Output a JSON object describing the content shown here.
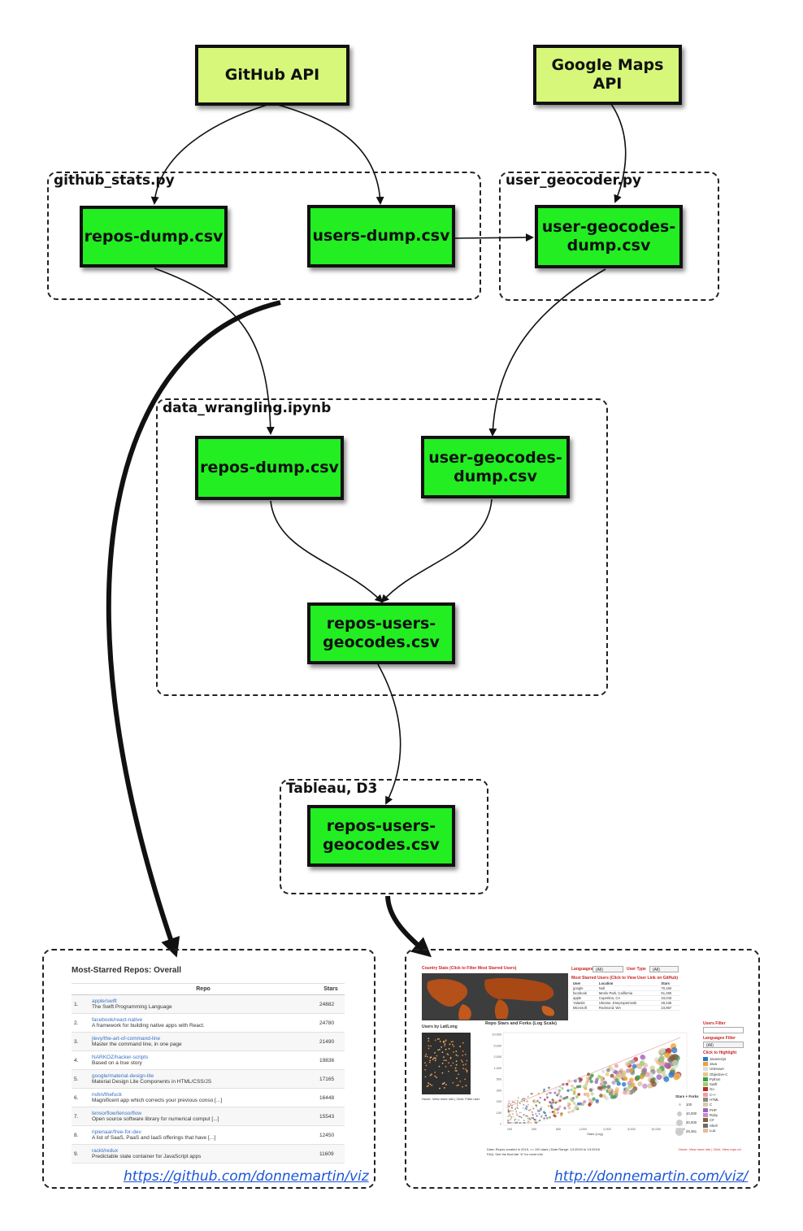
{
  "nodes": {
    "github_api": "GitHub API",
    "google_maps_api": "Google Maps API",
    "repos_dump_1": "repos-dump.csv",
    "users_dump": "users-dump.csv",
    "user_geocodes_dump_1": "user-geocodes-\ndump.csv",
    "repos_dump_2": "repos-dump.csv",
    "user_geocodes_dump_2": "user-geocodes-\ndump.csv",
    "repos_users_geocodes_1": "repos-users-\ngeocodes.csv",
    "repos_users_geocodes_2": "repos-users-\ngeocodes.csv"
  },
  "groups": {
    "github_stats": "github_stats.py",
    "user_geocoder": "user_geocoder.py",
    "data_wrangling": "data_wrangling.ipynb",
    "tableau": "Tableau, D3"
  },
  "links": {
    "left": "https://github.com/donnemartin/viz",
    "right": "http://donnemartin.com/viz/"
  },
  "colors": {
    "api_fill": "#d6f77a",
    "file_fill": "#22ee22",
    "link": "#1a55d6"
  },
  "repo_table": {
    "title": "Most-Starred Repos: Overall",
    "headers": [
      "",
      "Repo",
      "Stars"
    ],
    "rows": [
      {
        "rank": "1.",
        "name": "apple/swift",
        "desc": "The Swift Programming Language",
        "stars": "24882"
      },
      {
        "rank": "2.",
        "name": "facebook/react-native",
        "desc": "A framework for building native apps with React.",
        "stars": "24780"
      },
      {
        "rank": "3.",
        "name": "jlevy/the-art-of-command-line",
        "desc": "Master the command line, in one page",
        "stars": "21490"
      },
      {
        "rank": "4.",
        "name": "NARKOZ/hacker-scripts",
        "desc": "Based on a true story",
        "stars": "19836"
      },
      {
        "rank": "5.",
        "name": "google/material-design-lite",
        "desc": "Material Design Lite Components in HTML/CSS/JS",
        "stars": "17165"
      },
      {
        "rank": "6.",
        "name": "nvbn/thefuck",
        "desc": "Magnificent app which corrects your previous conso [...]",
        "stars": "16448"
      },
      {
        "rank": "7.",
        "name": "tensorflow/tensorflow",
        "desc": "Open source software library for numerical comput [...]",
        "stars": "15543"
      },
      {
        "rank": "8.",
        "name": "ripienaar/free-for-dev",
        "desc": "A list of SaaS, PaaS and IaaS offerings that have [...]",
        "stars": "12450"
      },
      {
        "rank": "9.",
        "name": "rackt/redux",
        "desc": "Predictable state container for JavaScript apps",
        "stars": "11609"
      }
    ]
  },
  "dashboard": {
    "country_title": "Country Stats (Click to Filter Most Starred Users)",
    "languages_label": "Languages",
    "languages_value": "(All)",
    "user_type_label": "User Type",
    "user_type_value": "(All)",
    "users_title": "Most Starred Users (Click to View User Link on GitHub)",
    "user_headers": [
      "User",
      "Location",
      "Stars"
    ],
    "user_rows": [
      [
        "google",
        "Null",
        "70,184"
      ],
      [
        "facebook",
        "Menlo Park, California",
        "61,260"
      ],
      [
        "apple",
        "Cupertino, CA",
        "34,043"
      ],
      [
        "Yalantis",
        "Ukraine, Dnepropetrovsk",
        "29,436"
      ],
      [
        "Microsoft",
        "Redmond, WA",
        "23,967"
      ]
    ],
    "scatter_title": "Repo Stars and Forks (Log Scale)",
    "latlong_title": "Users by Lat/Long",
    "users_filter_label": "Users Filter",
    "languages_filter_label": "Languages Filter",
    "languages_filter_value": "(All)",
    "highlight_label": "Click to Highlight",
    "languages": [
      "JavaScript",
      "Java",
      "Unknown",
      "Objective-C",
      "Python",
      "Swift",
      "Go",
      "C++",
      "HTML",
      "C",
      "PHP",
      "Ruby",
      "C#",
      "Shell",
      "Lua"
    ],
    "language_colors": [
      "#2a78c8",
      "#f0a030",
      "#dddddd",
      "#e8c880",
      "#3aa050",
      "#9ad06a",
      "#c02828",
      "#f0a0a0",
      "#888888",
      "#d0d0a0",
      "#a060c0",
      "#c090d0",
      "#8a5a3a",
      "#6a6a6a",
      "#e0c0a0"
    ],
    "stars_forks_label": "Stars + Forks",
    "size_legend": [
      "100",
      "10,000",
      "20,000",
      "29,361"
    ],
    "x_ticks": [
      "100",
      "200",
      "500",
      "1,000",
      "2,000",
      "5,000",
      "10,000",
      "20,000"
    ],
    "y_ticks": [
      "10,000",
      "5,000",
      "2,000",
      "1,000",
      "500",
      "300",
      "200",
      "100",
      "1"
    ],
    "x_label": "Stars (Log)",
    "hover_note": "Hover: View more info | Click: Filter user",
    "data_note": "Data: Repos created in 2015, >= 100 stars | Date Range: 1/1/2015 to 1/1/2016",
    "faq_note": "FAQ: See the final tab \"#\" for more info",
    "hover_note2": "Hover: View more info | Click: View repo url"
  }
}
